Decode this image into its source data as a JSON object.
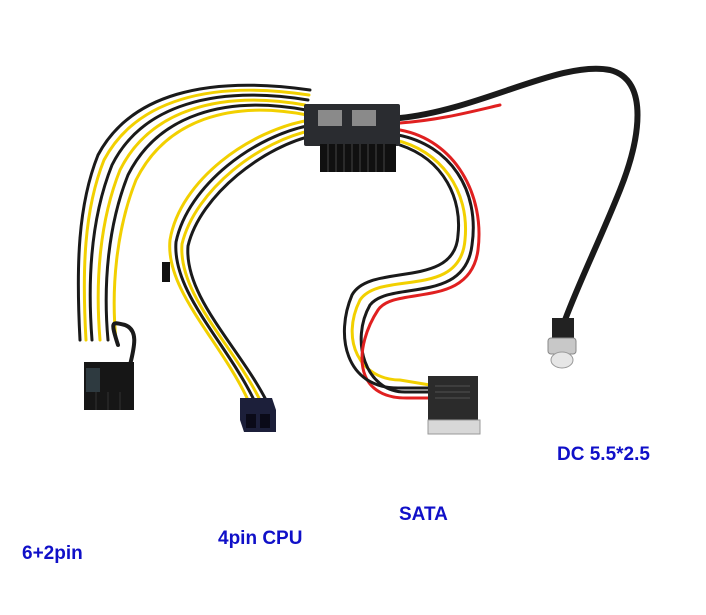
{
  "labels": {
    "pcie": "6+2pin",
    "cpu": "4pin CPU",
    "sata": "SATA",
    "dc": "DC 5.5*2.5"
  },
  "colors": {
    "label": "#1010c8",
    "yellow_wire": "#f2d000",
    "black_wire": "#1a1a1a",
    "red_wire": "#e02020",
    "board": "#2a2c30",
    "cpu_connector": "#1c1f3a"
  }
}
